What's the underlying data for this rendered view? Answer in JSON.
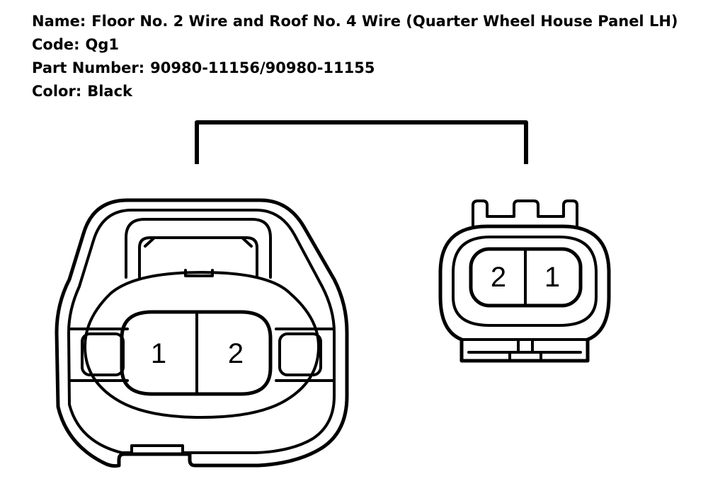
{
  "connector": {
    "name_label": "Name:",
    "name": "Floor No. 2 Wire and Roof No. 4 Wire (Quarter Wheel House Panel LH)",
    "code_label": "Code:",
    "code": "Qg1",
    "part_number_label": "Part Number:",
    "part_number": "90980-11156/90980-11155",
    "color_label": "Color:",
    "color": "Black"
  },
  "left_connector": {
    "pins": [
      "1",
      "2"
    ]
  },
  "right_connector": {
    "pins": [
      "2",
      "1"
    ]
  },
  "colors": {
    "line": "#000000",
    "background": "#ffffff"
  }
}
